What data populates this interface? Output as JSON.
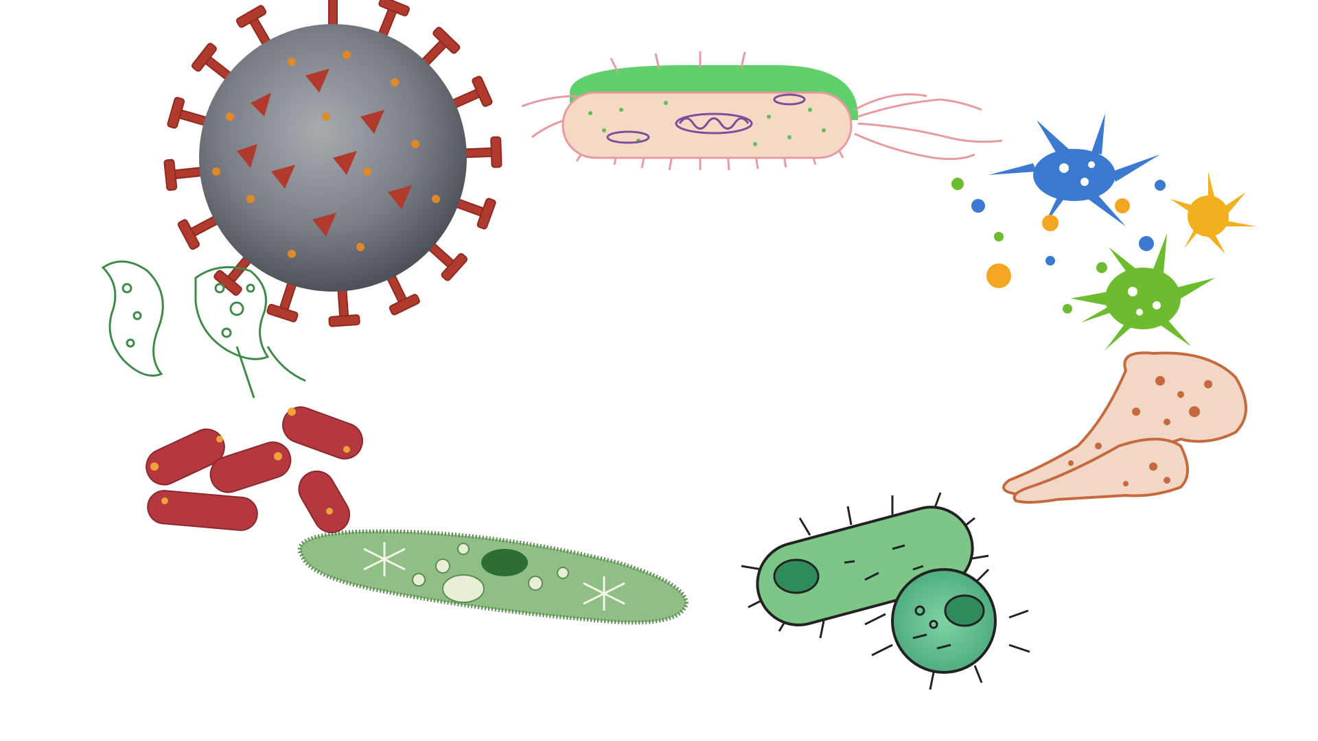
{
  "scene": {
    "background": "#ffffff",
    "microbes": [
      {
        "name": "coronavirus-illustration",
        "colors": {
          "body": "#7c7f86",
          "spike": "#b03a2e",
          "dot": "#e0892a"
        }
      },
      {
        "name": "flagellated-bacterium",
        "colors": {
          "capsule": "#5fd06a",
          "body": "#f6d9c4",
          "pili": "#e79aa0",
          "dots": "#5fbf55",
          "nucleoid": "#7a4e9a"
        }
      },
      {
        "name": "splat-microbes",
        "colors": {
          "blue": "#3b7ad0",
          "yellow": "#f2b01e",
          "green": "#6dbb2f",
          "orange": "#f4a623"
        }
      },
      {
        "name": "amoeba-sketches",
        "colors": {
          "outline": "#c46a3e",
          "fill": "#f3d7c6"
        }
      },
      {
        "name": "green-cocci-pair",
        "colors": {
          "light": "#7cc687",
          "dark": "#2f8a5c",
          "outline": "#222222"
        }
      },
      {
        "name": "paramecium",
        "colors": {
          "body": "#8fbf84",
          "cilia": "#5d8a55",
          "nucleus": "#2c6e35"
        }
      },
      {
        "name": "red-rod-bacteria",
        "colors": {
          "body": "#b5383f",
          "spot": "#f0a23a"
        }
      },
      {
        "name": "spirillum-sketches",
        "colors": {
          "outline": "#3f8a4a"
        }
      }
    ]
  }
}
